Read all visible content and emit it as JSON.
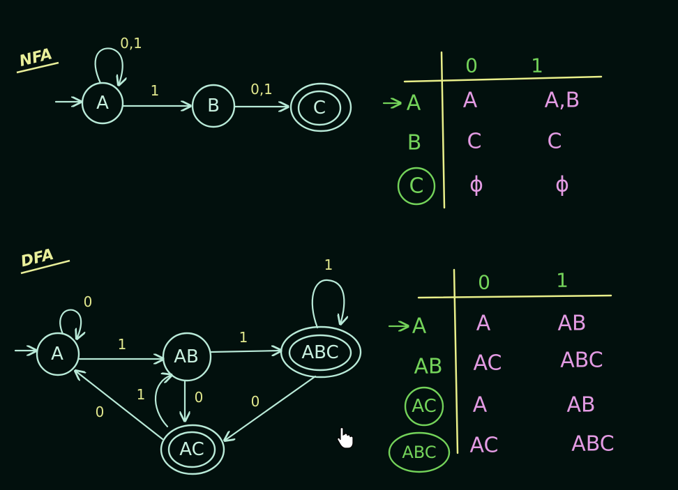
{
  "nfa": {
    "title": "NFA",
    "states": [
      "A",
      "B",
      "C"
    ],
    "edges": {
      "loop_A": "0,1",
      "A_to_B": "1",
      "B_to_C": "0,1"
    },
    "table": {
      "headers": [
        "0",
        "1"
      ],
      "rows": [
        {
          "state": "A",
          "start": true,
          "final": false,
          "cells": [
            "A",
            "A,B"
          ]
        },
        {
          "state": "B",
          "start": false,
          "final": false,
          "cells": [
            "C",
            "C"
          ]
        },
        {
          "state": "C",
          "start": false,
          "final": true,
          "cells": [
            "ϕ",
            "ϕ"
          ]
        }
      ]
    }
  },
  "dfa": {
    "title": "DFA",
    "states": [
      "A",
      "AB",
      "ABC",
      "AC"
    ],
    "edges": {
      "loop_A": "0",
      "A_to_AB": "1",
      "AB_to_ABC": "1",
      "loop_ABC": "1",
      "AB_to_AC": "0",
      "AC_to_AB": "1",
      "AC_to_A": "0",
      "ABC_to_AC": "0"
    },
    "table": {
      "headers": [
        "0",
        "1"
      ],
      "rows": [
        {
          "state": "A",
          "start": true,
          "final": false,
          "cells": [
            "A",
            "AB"
          ]
        },
        {
          "state": "AB",
          "start": false,
          "final": false,
          "cells": [
            "AC",
            "ABC"
          ]
        },
        {
          "state": "AC",
          "start": false,
          "final": true,
          "cells": [
            "A",
            "AB"
          ]
        },
        {
          "state": "ABC",
          "start": false,
          "final": true,
          "cells": [
            "AC",
            "ABC"
          ]
        }
      ]
    }
  },
  "colors": {
    "background": "#02100d",
    "states": "#b9ead8",
    "edge_labels": "#e2e98e",
    "table_rows": "#74d35a",
    "table_cells": "#e39be3"
  }
}
